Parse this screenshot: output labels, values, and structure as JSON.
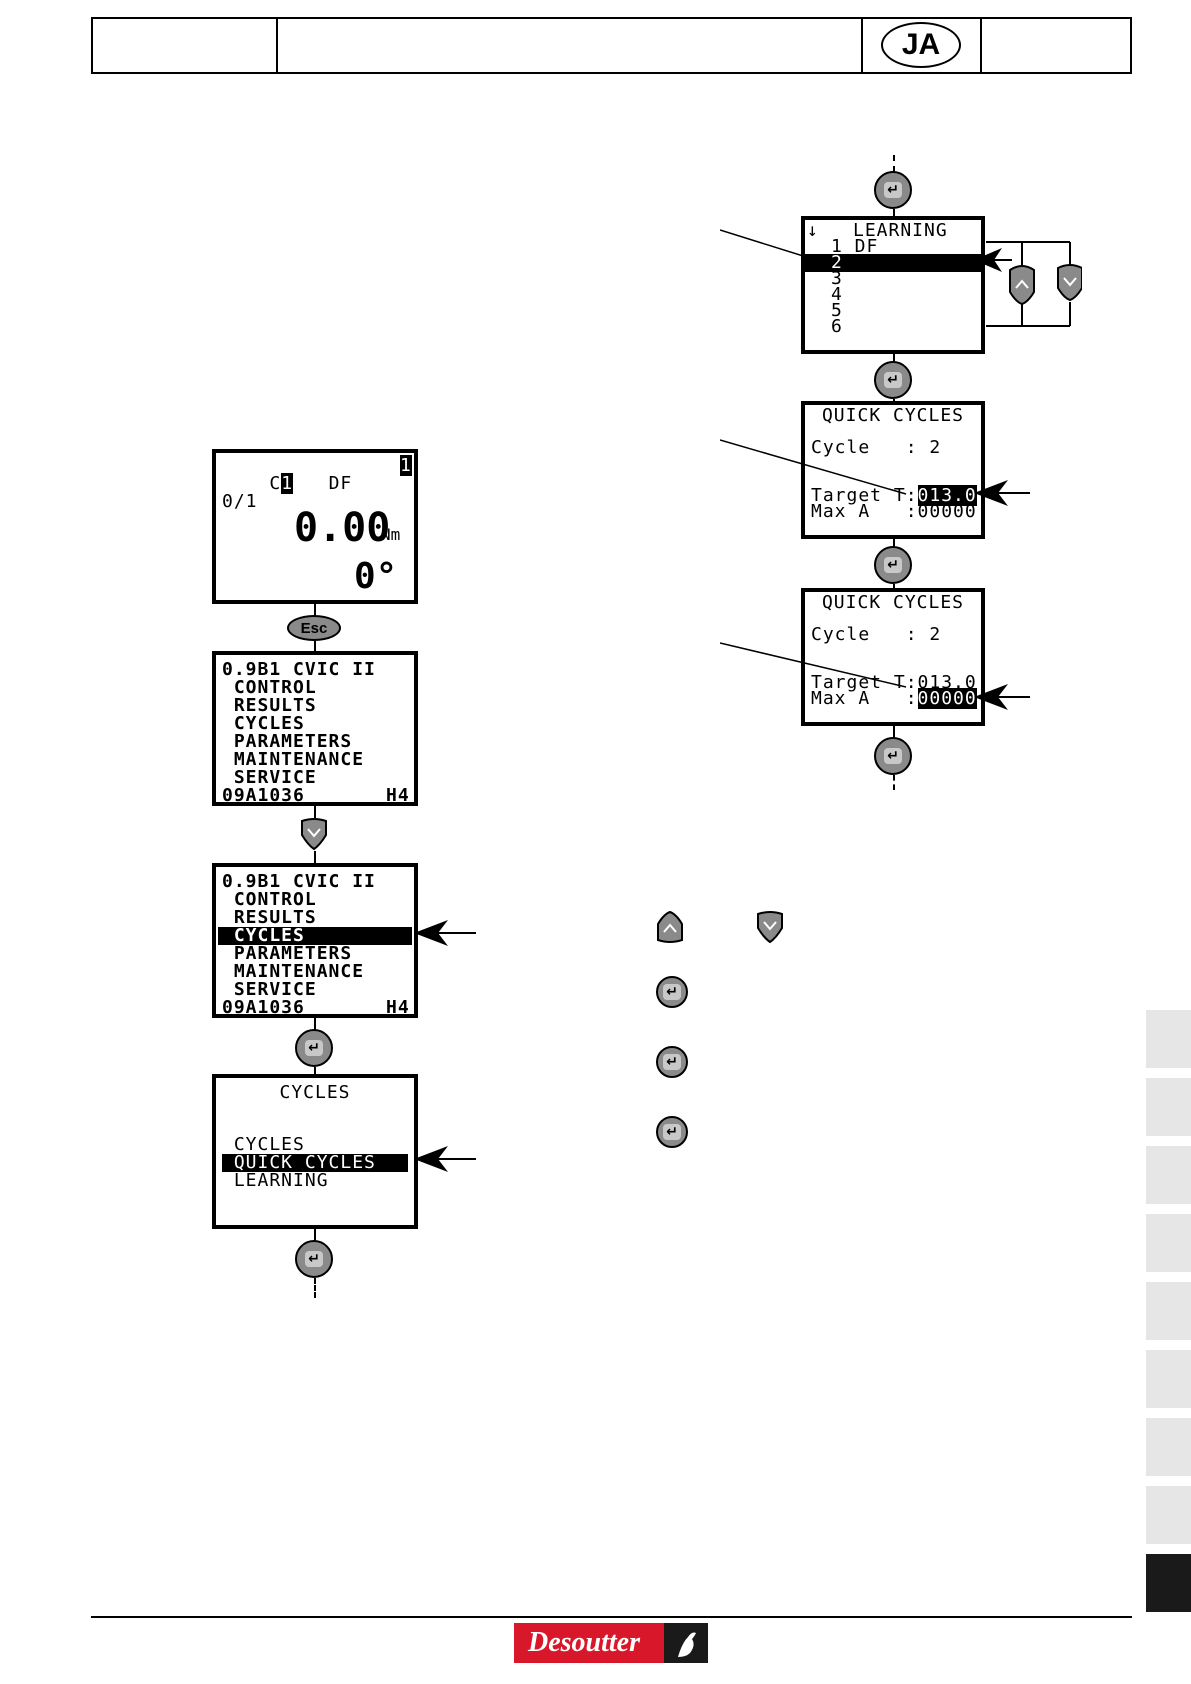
{
  "header": {
    "lang_badge": "JA"
  },
  "screens": {
    "main": {
      "top_left": "C",
      "cycle_num": "1",
      "top_mid": "DF",
      "top_right": "1",
      "counter": "0/1",
      "torque": "0.00",
      "torque_unit": "Nm",
      "angle": "0°"
    },
    "esc_label": "Esc",
    "menu1": {
      "lines": [
        "0.9B1 CVIC II",
        " CONTROL",
        " RESULTS",
        " CYCLES",
        " PARAMETERS",
        " MAINTENANCE",
        " SERVICE"
      ],
      "footer_left": "09A1036",
      "footer_right": "H4"
    },
    "menu2": {
      "lines": [
        "0.9B1 CVIC II",
        " CONTROL",
        " RESULTS",
        " CYCLES",
        " PARAMETERS",
        " MAINTENANCE",
        " SERVICE"
      ],
      "footer_left": "09A1036",
      "footer_right": "H4",
      "highlight_index": 3
    },
    "cycles_menu": {
      "title": "CYCLES",
      "lines": [
        " CYCLES",
        " QUICK CYCLES",
        " LEARNING"
      ],
      "highlight_index": 1
    },
    "learning": {
      "title": "LEARNING",
      "lines": [
        "1 DF",
        "2",
        "3",
        "4",
        "5",
        "6"
      ],
      "highlight_index": 1
    },
    "quick1": {
      "title": "QUICK CYCLES",
      "cycle_line": "Cycle   : 2",
      "target_label": "Target T:",
      "target_value": "013.0",
      "max_label": "Max A   :",
      "max_value": "00000"
    },
    "quick2": {
      "title": "QUICK CYCLES",
      "cycle_line": "Cycle   : 2",
      "target_label": "Target T:",
      "target_value": "013.0",
      "max_label": "Max A   :",
      "max_value": "00000"
    }
  },
  "key_symbols": {
    "enter": "↵",
    "up": "^",
    "down": "v"
  },
  "footer": {
    "brand": "Desoutter"
  }
}
